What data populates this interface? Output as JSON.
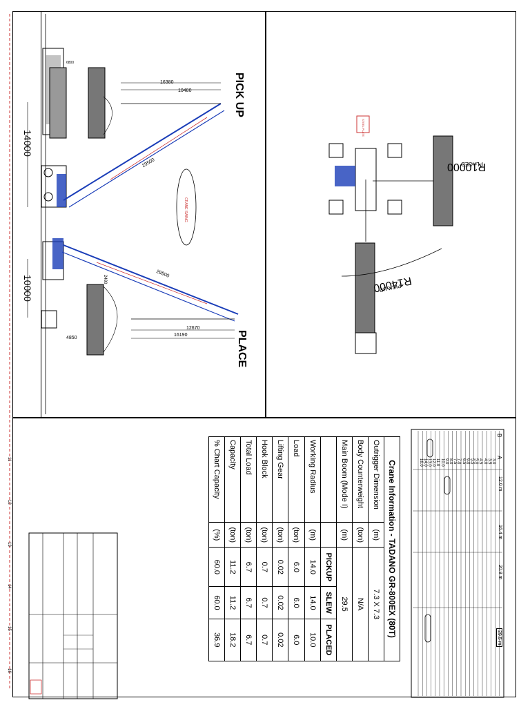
{
  "drawing": {
    "pickup_label": "PICK UP",
    "place_label": "PLACE",
    "crane_swing": "CRANE SWING",
    "dim_14000": "14000",
    "dim_10000": "10000",
    "dim_16380": "16380",
    "dim_10480": "10480",
    "dim_29500_top": "29500",
    "dim_29500_bottom": "29500",
    "dim_12670": "12670",
    "dim_16190": "16190",
    "dim_4850": "4850",
    "dim_6800": "6800",
    "dim_2480": "2480",
    "plan_r10000": "R10000",
    "plan_r14000": "R14000",
    "plan_placed": "PLACED",
    "plan_pickup": "PICK UP",
    "plan_steel": "STEEL PLATE"
  },
  "crane_info": {
    "title": "Crane Information - TADANO GR-800EX (80T)",
    "col_pickup": "PICKUP",
    "col_slew": "SLEW",
    "col_placed": "PLACED",
    "rows_static": [
      {
        "label": "Outrigger Dimension",
        "unit": "(m)",
        "value": "7.3 X 7.3"
      },
      {
        "label": "Body Counterweight",
        "unit": "(ton)",
        "value": "N/A"
      },
      {
        "label": "Main Boom (Mode I)",
        "unit": "(m)",
        "value": "29.5"
      }
    ],
    "rows": [
      {
        "label": "Working Radius",
        "unit": "(m)",
        "pickup": "14.0",
        "slew": "14.0",
        "placed": "10.0"
      },
      {
        "label": "Load",
        "unit": "(ton)",
        "pickup": "6.0",
        "slew": "6.0",
        "placed": "6.0"
      },
      {
        "label": "Lifting Gear",
        "unit": "(ton)",
        "pickup": "0.02",
        "slew": "0.02",
        "placed": "0.02"
      },
      {
        "label": "Hook Block",
        "unit": "(ton)",
        "pickup": "0.7",
        "slew": "0.7",
        "placed": "0.7"
      },
      {
        "label": "Total Load",
        "unit": "(ton)",
        "pickup": "6.7",
        "slew": "6.7",
        "placed": "6.7"
      },
      {
        "label": "Capacity",
        "unit": "(ton)",
        "pickup": "11.2",
        "slew": "11.2",
        "placed": "18.2"
      },
      {
        "label": "% Chart Capacity",
        "unit": "(%)",
        "pickup": "60.0",
        "slew": "60.0",
        "placed": "36.9"
      }
    ]
  },
  "load_chart": {
    "header_a": "A",
    "header_b": "B",
    "boom_12": "12.0 m",
    "boom_16": "16.4 m",
    "boom_20": "20.8 m",
    "boom_29": "29.5 m",
    "radii": [
      "3.0",
      "3.5",
      "4.0",
      "4.5",
      "5.0",
      "5.5",
      "6.0",
      "6.5",
      "7.0",
      "7.5",
      "8.0",
      "9.0",
      "10.0",
      "11.0",
      "12.0",
      "13.0",
      "14.0",
      "16.0"
    ]
  },
  "ruler_numbers": [
    "11",
    "12",
    "13",
    "14",
    "15",
    "16"
  ]
}
